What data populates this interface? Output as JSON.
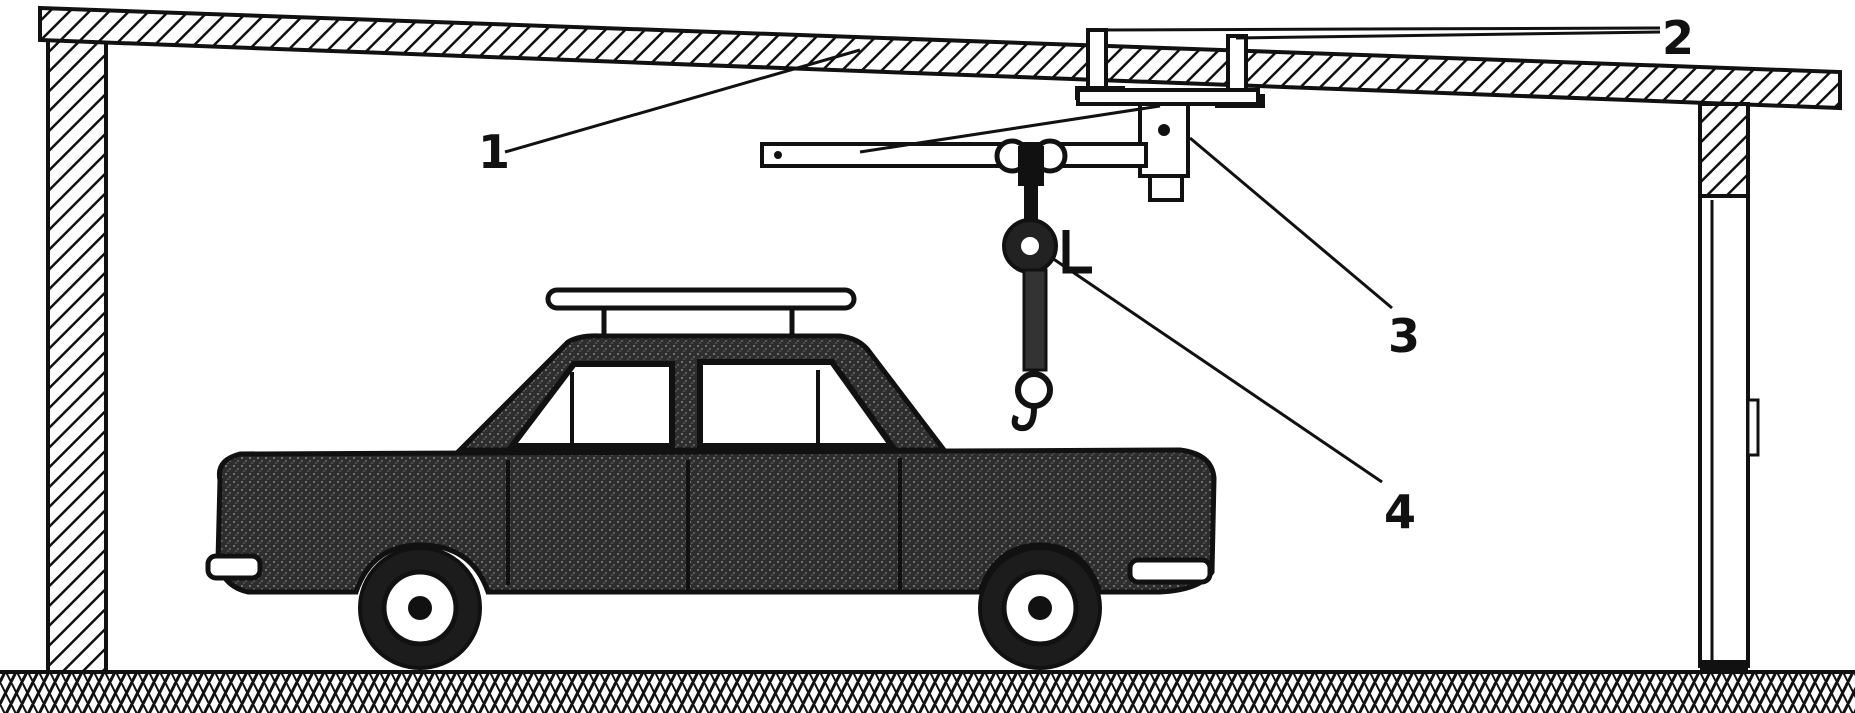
{
  "diagram": {
    "callouts": [
      {
        "id": "1",
        "text": "1"
      },
      {
        "id": "2",
        "text": "2"
      },
      {
        "id": "3",
        "text": "3"
      },
      {
        "id": "4",
        "text": "4"
      }
    ],
    "colors": {
      "ink": "#111111",
      "background": "#ffffff",
      "car_body": "#2a2a2a"
    }
  }
}
